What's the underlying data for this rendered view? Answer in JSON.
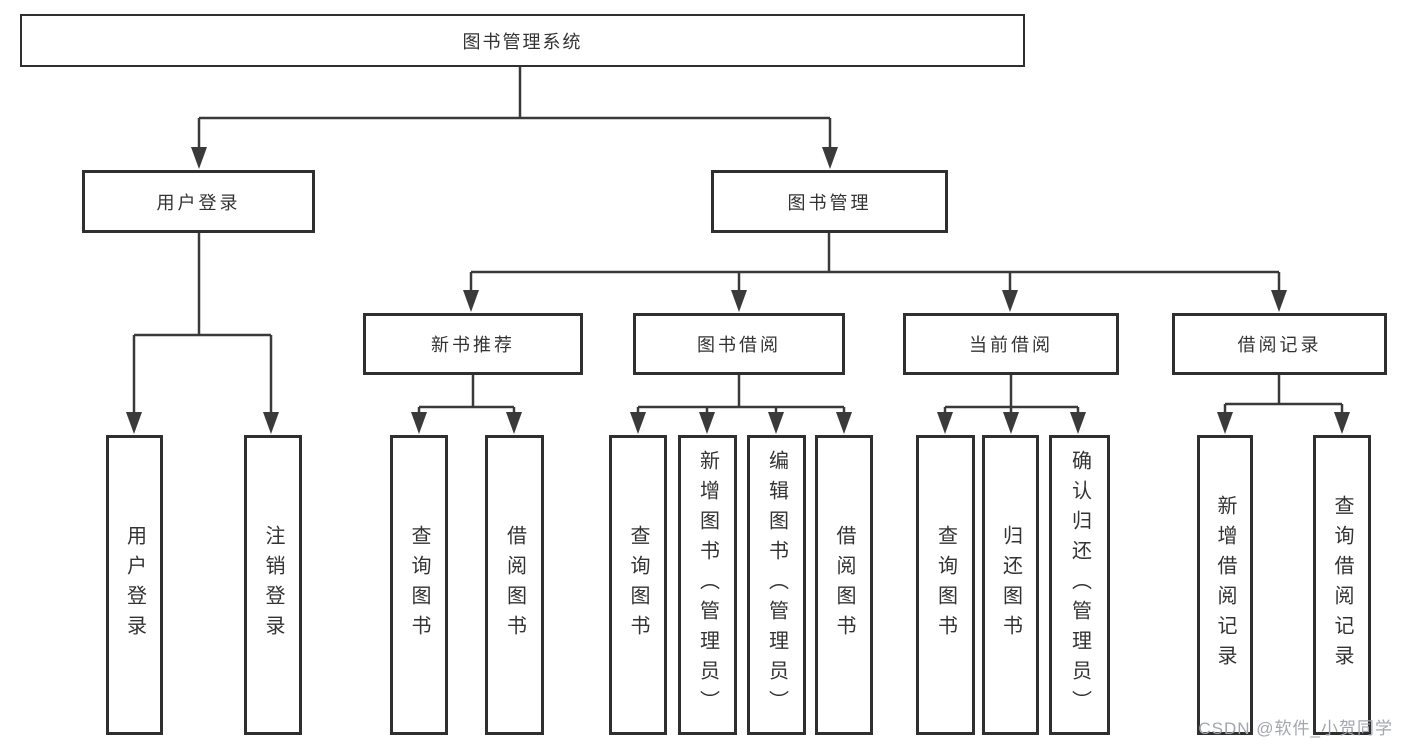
{
  "diagram": {
    "watermark": "CSDN @软件_小贺同学",
    "colors": {
      "line": "#3a3a3a",
      "box_border": "#2f2f2f",
      "text": "#333333",
      "watermark": "#a3a6ad",
      "background": "#ffffff"
    },
    "tree": {
      "label": "图书管理系统",
      "children": [
        {
          "label": "用户登录",
          "children": [
            {
              "label": "用户登录"
            },
            {
              "label": "注销登录"
            }
          ]
        },
        {
          "label": "图书管理",
          "children": [
            {
              "label": "新书推荐",
              "children": [
                {
                  "label": "查询图书"
                },
                {
                  "label": "借阅图书"
                }
              ]
            },
            {
              "label": "图书借阅",
              "children": [
                {
                  "label": "查询图书"
                },
                {
                  "label": "新增图书（管理员）"
                },
                {
                  "label": "编辑图书（管理员）"
                },
                {
                  "label": "借阅图书"
                }
              ]
            },
            {
              "label": "当前借阅",
              "children": [
                {
                  "label": "查询图书"
                },
                {
                  "label": "归还图书"
                },
                {
                  "label": "确认归还（管理员）"
                }
              ]
            },
            {
              "label": "借阅记录",
              "children": [
                {
                  "label": "新增借阅记录"
                },
                {
                  "label": "查询借阅记录"
                }
              ]
            }
          ]
        }
      ]
    }
  }
}
